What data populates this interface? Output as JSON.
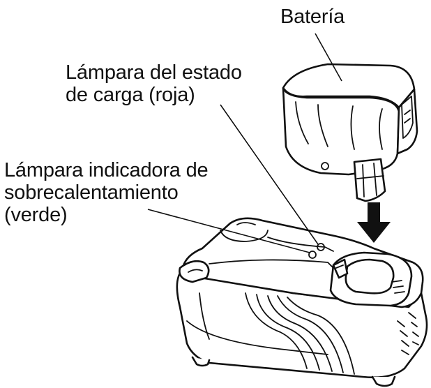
{
  "labels": {
    "battery": "Batería",
    "charge_lamp": [
      "Lámpara del estado",
      "de carga (roja)"
    ],
    "overheat_lamp": [
      "Lámpara indicadora de",
      "sobrecalentamiento",
      "(verde)"
    ]
  },
  "colors": {
    "ink": "#111111",
    "background": "#ffffff"
  },
  "arrow_icon": "down-arrow-icon"
}
